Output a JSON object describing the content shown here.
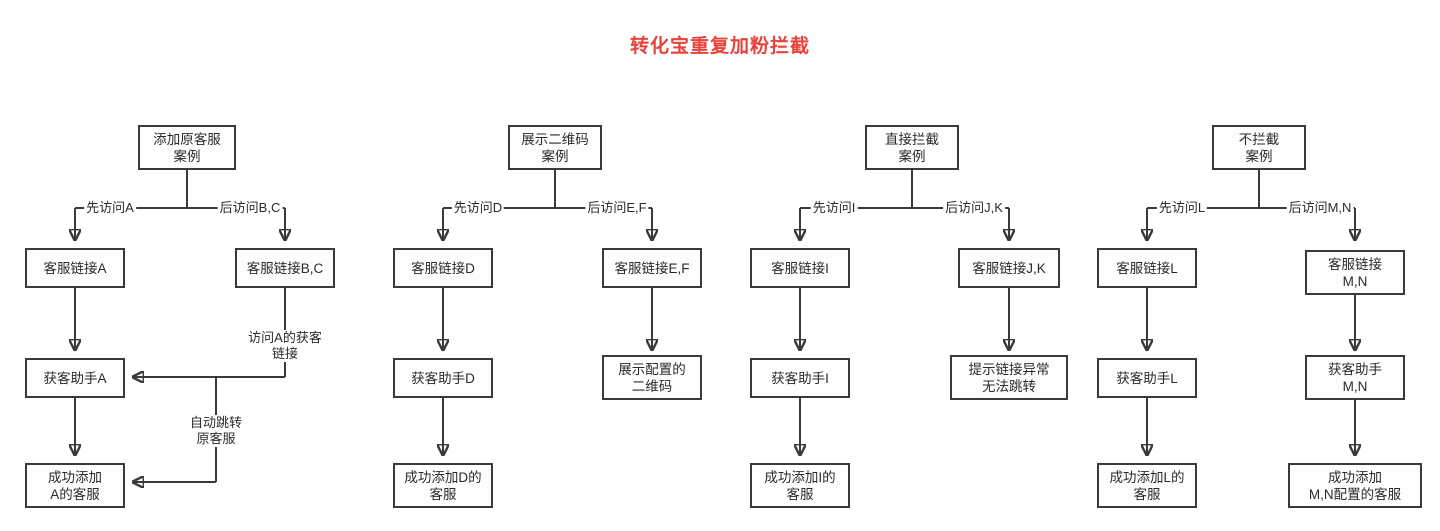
{
  "title": "转化宝重复加粉拦截",
  "title_color": "#e8433a",
  "diagram": {
    "type": "flowchart",
    "orientation": "top-down",
    "columns": [
      {
        "id": "case-add-original-agent",
        "root": "添加原客服\n案例",
        "branches": [
          {
            "label": "先访问A",
            "node": "客服链接A"
          },
          {
            "label": "后访问B,C",
            "node": "客服链接B,C"
          }
        ],
        "nodes": {
          "assistant": "获客助手A",
          "result": "成功添加\nA的客服"
        },
        "cross_labels": [
          "访问A的获客\n链接",
          "自动跳转\n原客服"
        ]
      },
      {
        "id": "case-show-qrcode",
        "root": "展示二维码\n案例",
        "branches": [
          {
            "label": "先访问D",
            "node": "客服链接D"
          },
          {
            "label": "后访问E,F",
            "node": "客服链接E,F"
          }
        ],
        "nodes": {
          "assistant": "获客助手D",
          "result": "成功添加D的\n客服",
          "right_result": "展示配置的\n二维码"
        }
      },
      {
        "id": "case-direct-block",
        "root": "直接拦截\n案例",
        "branches": [
          {
            "label": "先访问I",
            "node": "客服链接I"
          },
          {
            "label": "后访问J,K",
            "node": "客服链接J,K"
          }
        ],
        "nodes": {
          "assistant": "获客助手I",
          "result": "成功添加I的\n客服",
          "right_result": "提示链接异常\n无法跳转"
        }
      },
      {
        "id": "case-no-block",
        "root": "不拦截\n案例",
        "branches": [
          {
            "label": "先访问L",
            "node": "客服链接L"
          },
          {
            "label": "后访问M,N",
            "node": "客服链接\nM,N"
          }
        ],
        "nodes": {
          "assistant": "获客助手L",
          "result": "成功添加L的\n客服",
          "right_assistant": "获客助手\nM,N",
          "right_result": "成功添加\nM,N配置的客服"
        }
      }
    ]
  }
}
